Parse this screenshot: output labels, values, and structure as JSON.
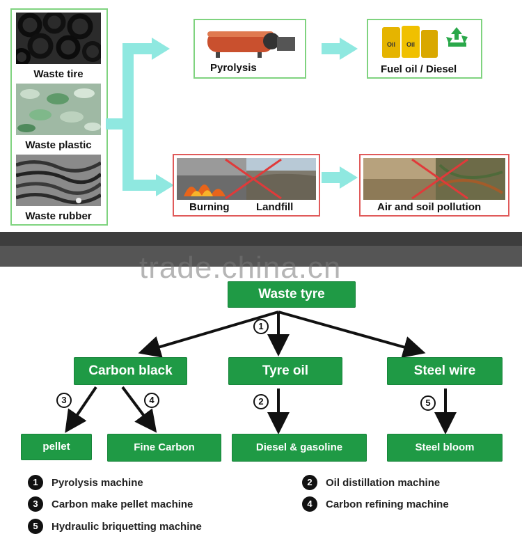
{
  "sources": [
    {
      "label": "Waste tire",
      "icon": "waste-tire-photo"
    },
    {
      "label": "Waste plastic",
      "icon": "waste-plastic-photo"
    },
    {
      "label": "Waste rubber",
      "icon": "waste-rubber-photo"
    }
  ],
  "pyrolysis": {
    "label": "Pyrolysis"
  },
  "fuel": {
    "label": "Fuel oil / Diesel",
    "oil_label": "Oil"
  },
  "burning": {
    "label1": "Burning",
    "label2": "Landfill"
  },
  "pollution": {
    "label": "Air and soil pollution"
  },
  "watermark": "trade.china.cn",
  "flow": {
    "root": "Waste tyre",
    "level1": [
      "Carbon black",
      "Tyre oil",
      "Steel wire"
    ],
    "level2": [
      "pellet",
      "Fine Carbon",
      "Diesel & gasoline",
      "Steel bloom"
    ],
    "step_numbers": [
      "1",
      "2",
      "3",
      "4",
      "5"
    ]
  },
  "legend": [
    {
      "num": "1",
      "text": "Pyrolysis machine"
    },
    {
      "num": "2",
      "text": "Oil distillation machine"
    },
    {
      "num": "3",
      "text": "Carbon make pellet machine"
    },
    {
      "num": "4",
      "text": "Carbon refining machine"
    },
    {
      "num": "5",
      "text": "Hydraulic briquetting machine"
    }
  ],
  "colors": {
    "arrow_cyan": "#8fe8e0",
    "box_green": "#1f9a45",
    "card_green": "#7fd37f",
    "card_red": "#e05a5a",
    "divider": "#555555"
  }
}
